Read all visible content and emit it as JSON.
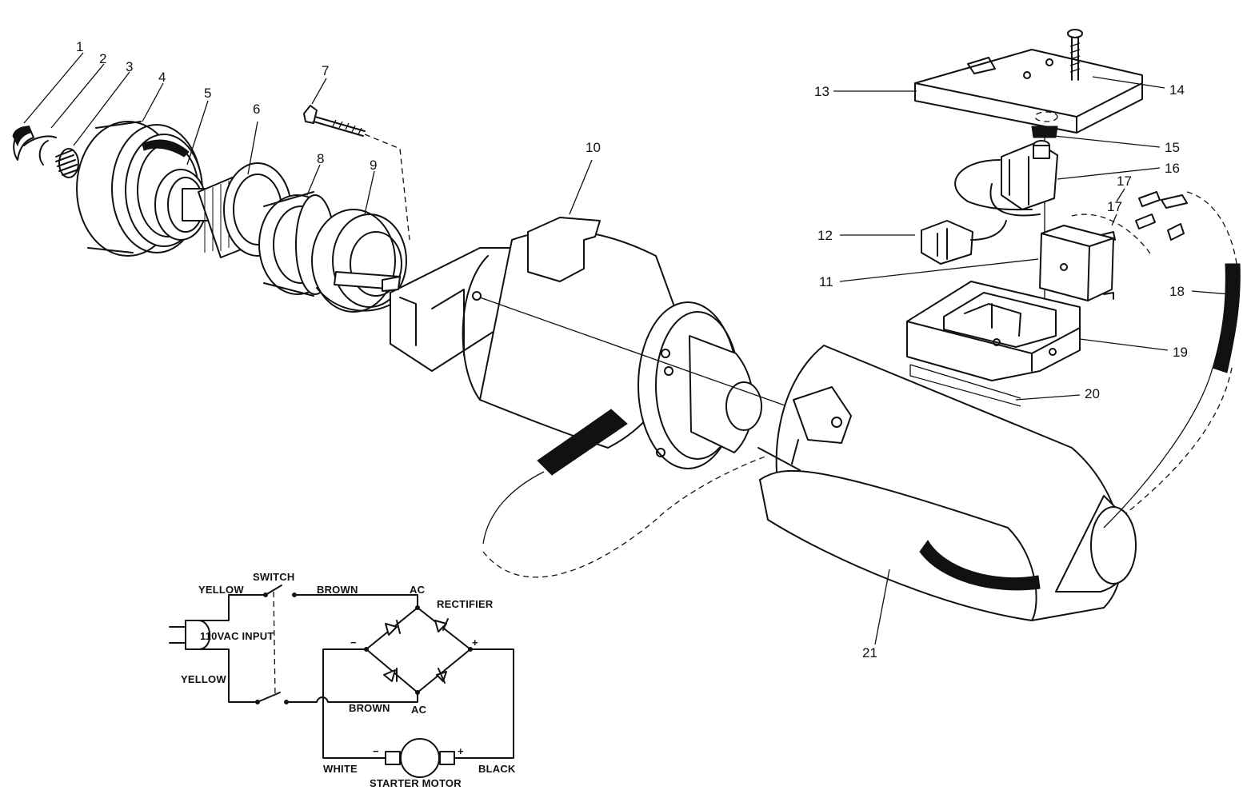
{
  "callouts": {
    "c1": "1",
    "c2": "2",
    "c3": "3",
    "c4": "4",
    "c5": "5",
    "c6": "6",
    "c7": "7",
    "c8": "8",
    "c9": "9",
    "c10": "10",
    "c11": "11",
    "c12": "12",
    "c13": "13",
    "c14": "14",
    "c15": "15",
    "c16": "16",
    "c17a": "17",
    "c17b": "17",
    "c18": "18",
    "c19": "19",
    "c20": "20",
    "c21": "21"
  },
  "schematic": {
    "switch": "SWITCH",
    "yellow_top": "YELLOW",
    "yellow_bottom": "YELLOW",
    "input": "110VAC INPUT",
    "brown_top": "BROWN",
    "brown_bottom": "BROWN",
    "ac_top": "AC",
    "ac_bottom": "AC",
    "rectifier": "RECTIFIER",
    "minus_bridge": "−",
    "plus_bridge": "+",
    "minus_motor": "−",
    "plus_motor": "+",
    "white": "WHITE",
    "black": "BLACK",
    "starter_motor": "STARTER MOTOR"
  }
}
